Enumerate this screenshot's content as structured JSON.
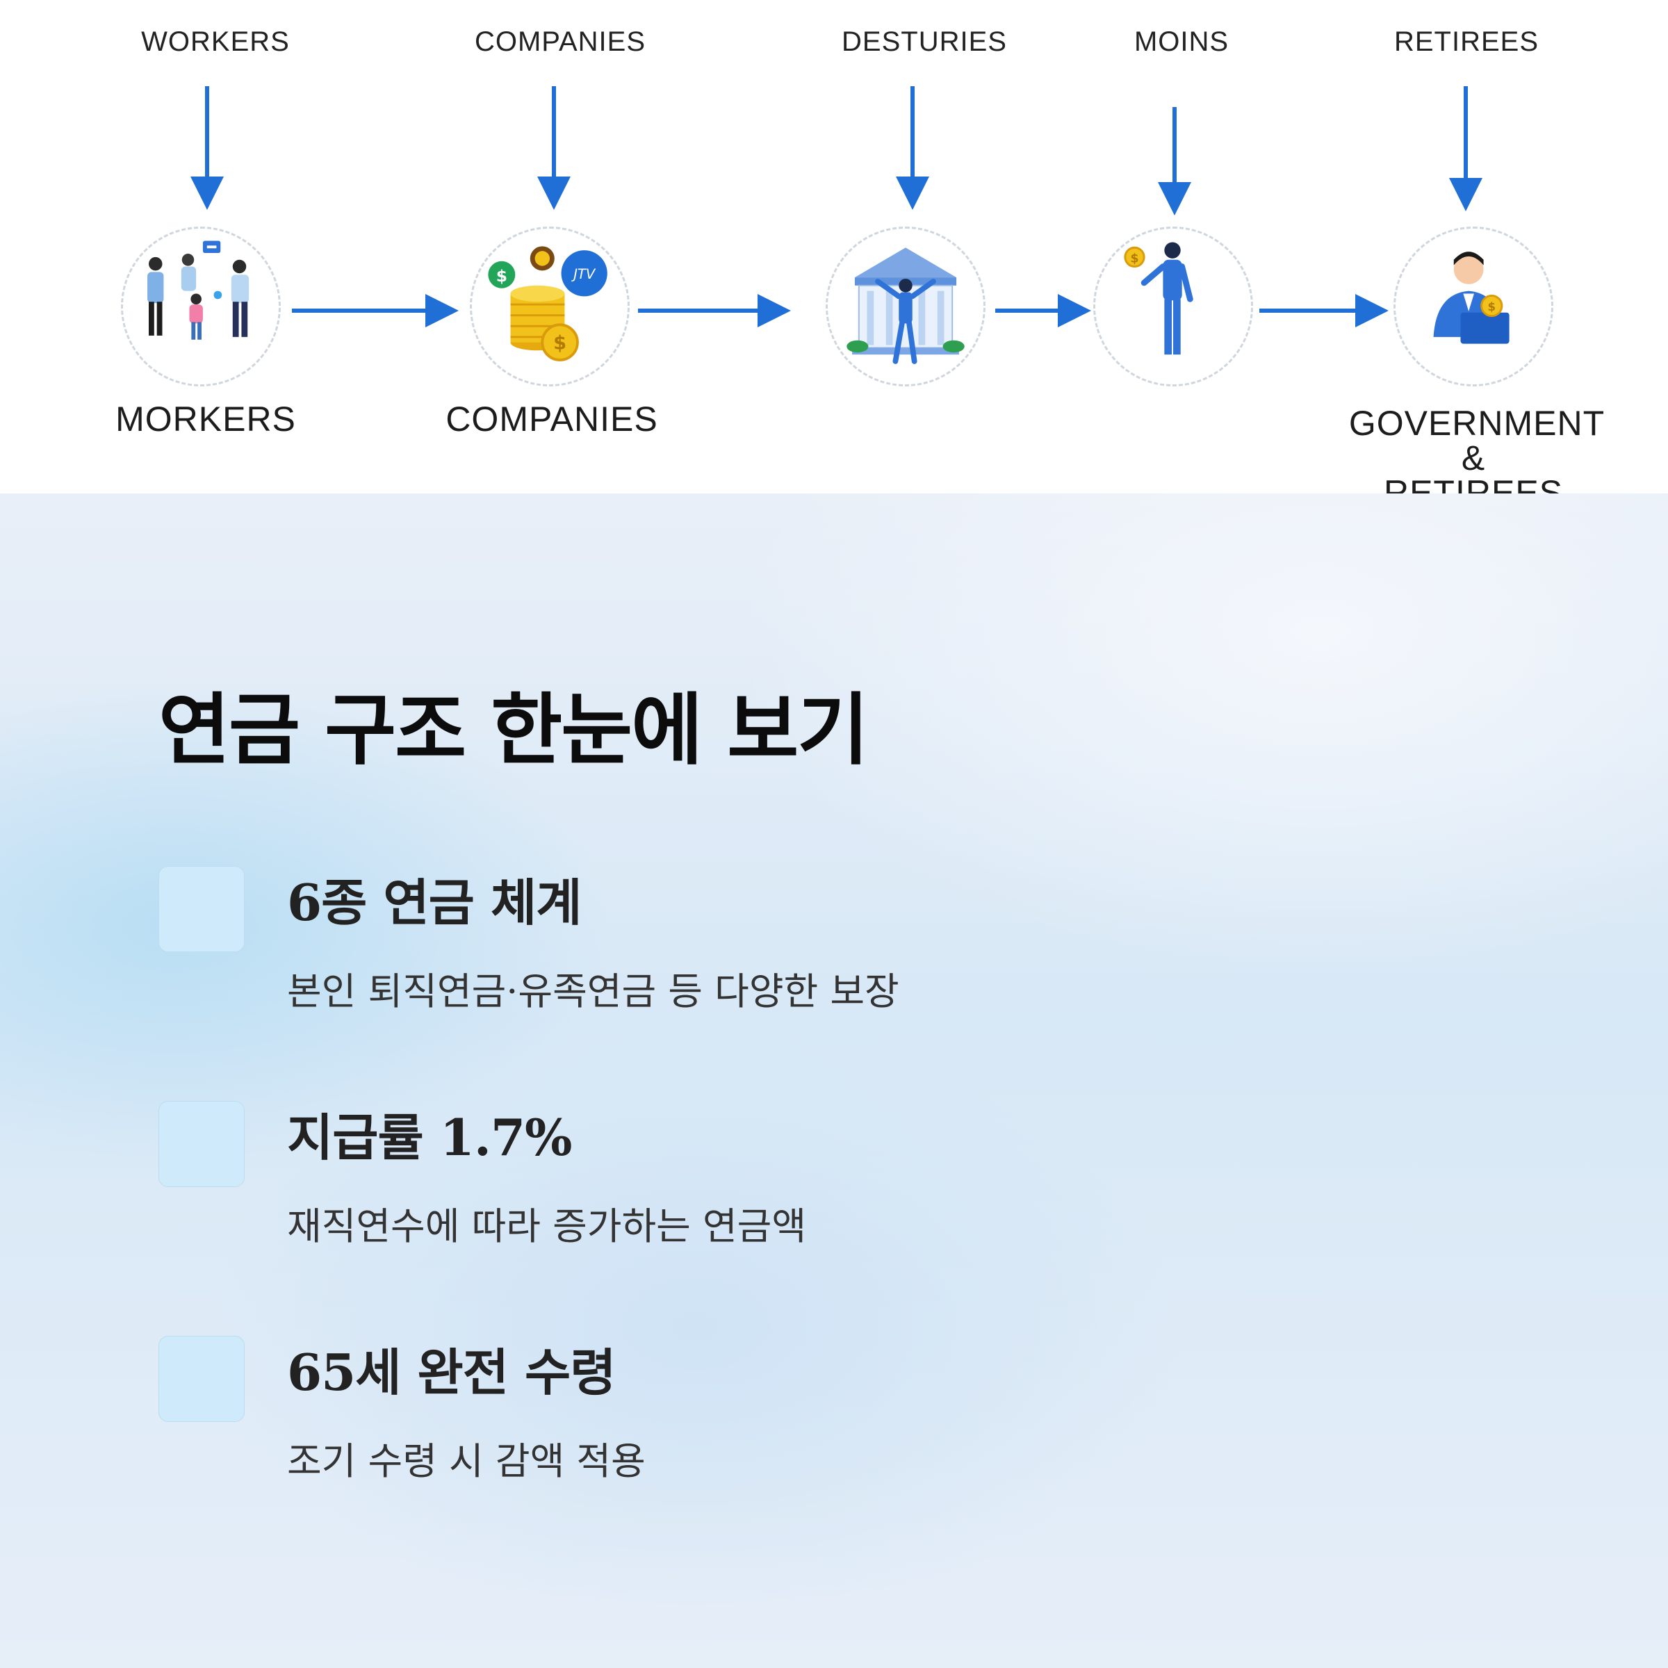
{
  "diagram": {
    "top_labels": [
      "WORKERS",
      "COMPANIES",
      "DESTURIES",
      "MOINS",
      "RETIREES"
    ],
    "bottom_labels": {
      "node1": "MORKERS",
      "node2": "COMPANIES",
      "node5_line1": "GOVERNMENT",
      "node5_line2": "&",
      "node5_line3": "RETIREES"
    },
    "nodes": [
      "people-icon",
      "coins-icon",
      "building-icon",
      "person-coin-icon",
      "retiree-icon"
    ],
    "badge_text": "JTV",
    "accent_color": "#1f6fd6",
    "coin_color": "#f2c21b"
  },
  "main": {
    "heading": "연금 구조 한눈에 보기",
    "features": [
      {
        "title": "6종 연금 체계",
        "description": "본인 퇴직연금·유족연금 등 다양한 보장"
      },
      {
        "title": "지급률 1.7%",
        "description": "재직연수에 따라 증가하는 연금액"
      },
      {
        "title": "65세 완전 수령",
        "description": "조기 수령 시 감액 적용"
      }
    ]
  }
}
